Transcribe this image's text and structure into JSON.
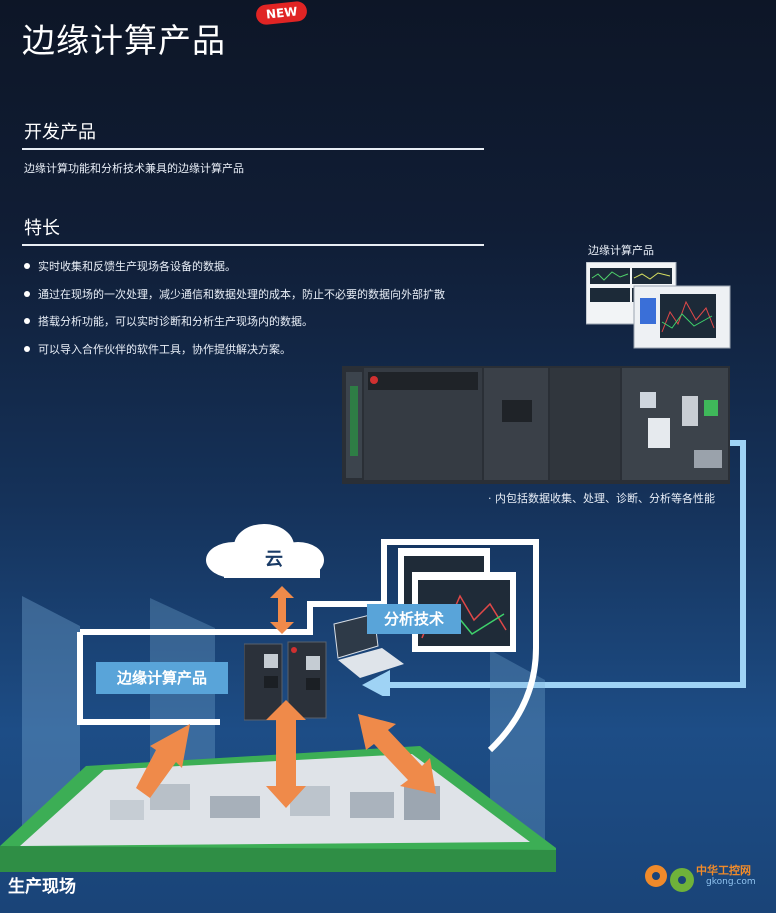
{
  "header": {
    "title": "边缘计算产品",
    "badge": "NEW"
  },
  "dev": {
    "heading": "开发产品",
    "description": "边缘计算功能和分析技术兼具的边缘计算产品"
  },
  "features": {
    "heading": "特长",
    "items": [
      "实时收集和反馈生产现场各设备的数据。",
      "通过在现场的一次处理，减少通信和数据处理的成本，防止不必要的数据向外部扩散",
      "搭载分析功能，可以实时诊断和分析生产现场内的数据。",
      "可以导入合作伙伴的软件工具，协作提供解决方案。"
    ]
  },
  "product_image": {
    "label": "边缘计算产品",
    "caption": "· 内包括数据收集、处理、诊断、分析等各性能"
  },
  "diagram": {
    "cloud_label": "云",
    "analysis_label": "分析技术",
    "edge_label": "边缘计算产品",
    "field_label": "生产现场"
  },
  "watermark": {
    "line1": "中华工控网",
    "line2": "gkong.com"
  },
  "colors": {
    "arrow": "#ef8a4a",
    "tag": "#59a4d9",
    "flow_arrow": "#9fd3f5",
    "ground": "#3cae55"
  }
}
